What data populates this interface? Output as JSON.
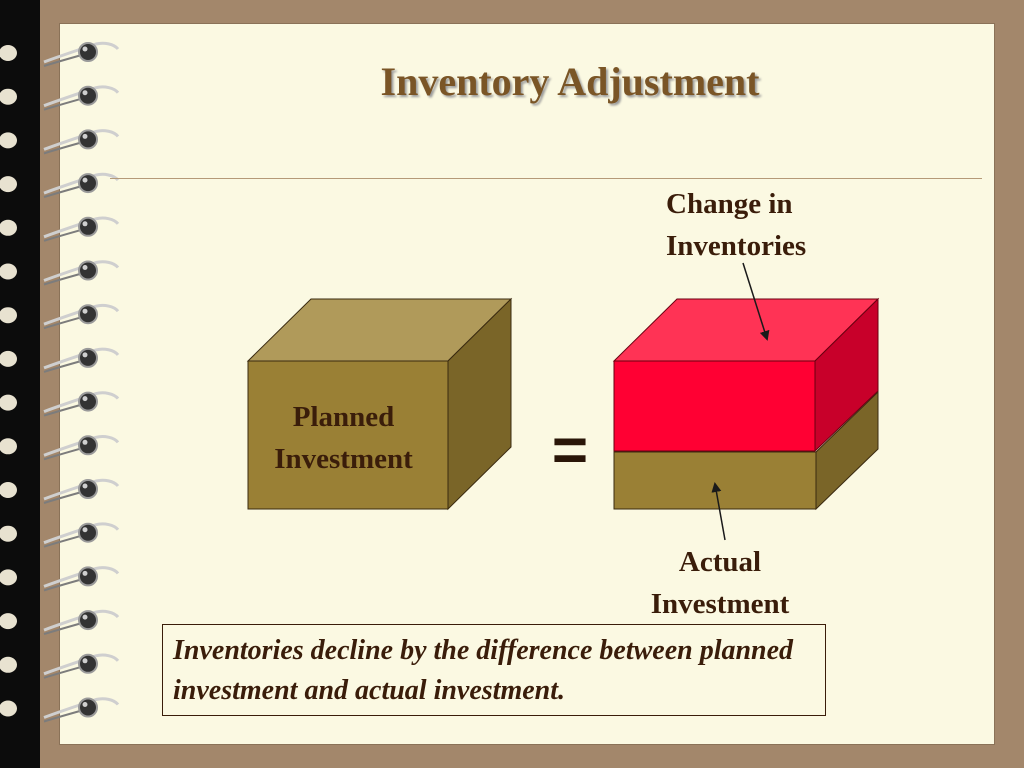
{
  "slide": {
    "title": "Inventory Adjustment",
    "caption": "Inventories decline by the difference between planned investment and actual investment."
  },
  "diagram": {
    "planned_label": "Planned\nInvestment",
    "equals_sign": "=",
    "change_label": "Change in\nInventories",
    "actual_label": "Actual\nInvestment"
  },
  "colors": {
    "background": "#a3876b",
    "page": "#fbf9e2",
    "title": "#7a5526",
    "box_front": "#9a8035",
    "box_top": "#b09a5a",
    "box_side": "#7a6528",
    "red_front": "#ff0033",
    "red_top": "#ff3355",
    "red_side": "#c8002a",
    "text": "#3a1d0a"
  },
  "icons": {
    "binding": "spiral-binding-rings"
  }
}
